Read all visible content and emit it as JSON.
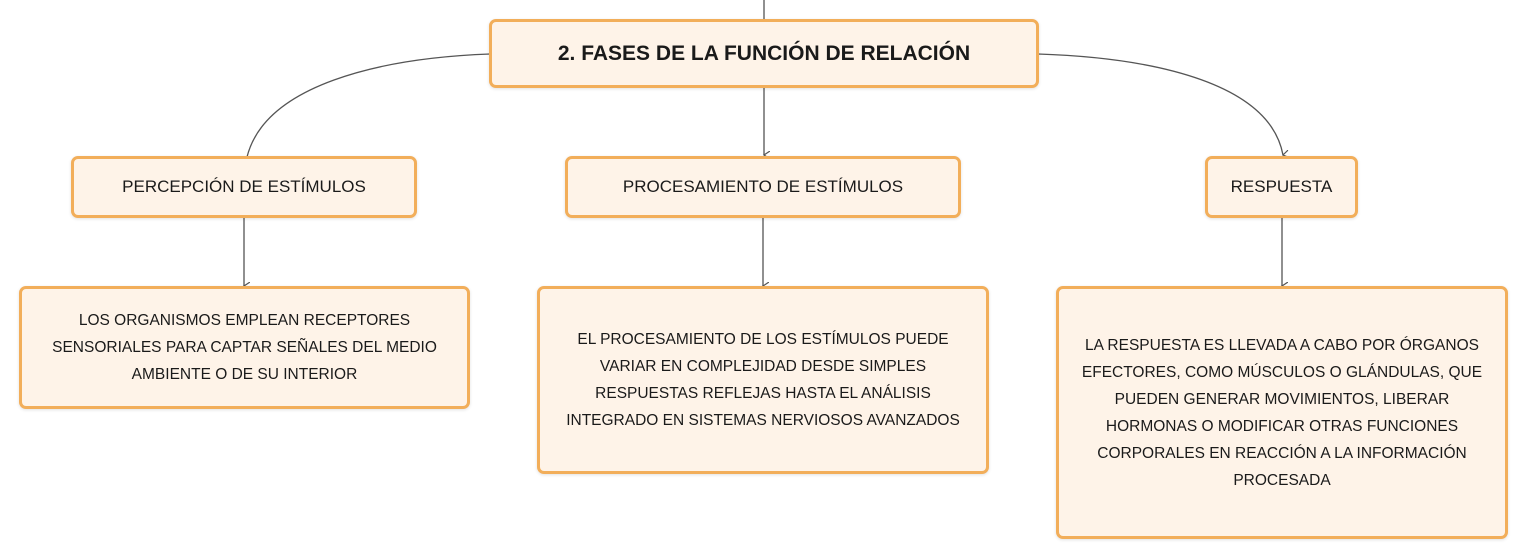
{
  "title": "2. FASES DE LA FUNCIÓN DE RELACIÓN",
  "phases": [
    {
      "label": "PERCEPCIÓN DE ESTÍMULOS",
      "description": "LOS ORGANISMOS EMPLEAN RECEPTORES SENSORIALES PARA CAPTAR SEÑALES DEL MEDIO AMBIENTE O DE SU INTERIOR"
    },
    {
      "label": "PROCESAMIENTO DE ESTÍMULOS",
      "description": "EL PROCESAMIENTO DE LOS ESTÍMULOS PUEDE VARIAR EN COMPLEJIDAD DESDE SIMPLES RESPUESTAS REFLEJAS HASTA EL ANÁLISIS INTEGRADO EN SISTEMAS NERVIOSOS AVANZADOS"
    },
    {
      "label": "RESPUESTA",
      "description": "LA RESPUESTA ES LLEVADA A CABO POR ÓRGANOS EFECTORES, COMO MÚSCULOS O GLÁNDULAS, QUE PUEDEN GENERAR MOVIMIENTOS, LIBERAR HORMONAS O MODIFICAR OTRAS FUNCIONES CORPORALES EN REACCIÓN A LA INFORMACIÓN PROCESADA"
    }
  ],
  "colors": {
    "node_fill": "#fef3e8",
    "node_border": "#f2ae5a",
    "connector": "#555555"
  }
}
